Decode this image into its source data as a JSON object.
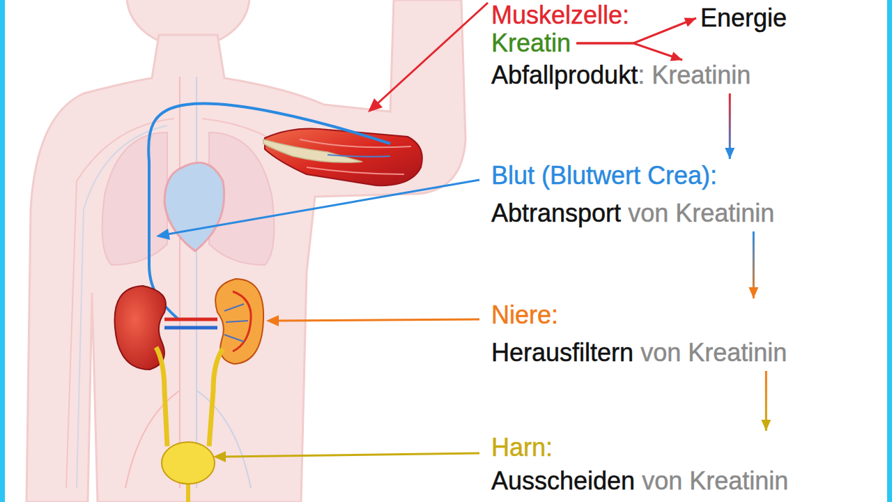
{
  "diagram": {
    "nodes": [
      {
        "text": [
          "Muskelzelle:"
        ]
      },
      {
        "text": [
          "Kreatin"
        ]
      },
      {
        "text": [
          "Energie"
        ]
      },
      {
        "text": [
          "Abfallprodukt",
          ": Kreatinin"
        ]
      },
      {
        "text": [
          "Blut (Blutwert Crea):",
          "Abtransport",
          "von Kreatinin"
        ]
      },
      {
        "text": [
          "Niere:",
          "Herausfiltern",
          "von Kreatinin"
        ]
      },
      {
        "text": [
          "Harn:",
          "Ausscheiden",
          "von Kreatinin"
        ]
      }
    ],
    "edges": [
      {
        "from": 1,
        "to": 2,
        "arrow": "to"
      },
      {
        "from": 1,
        "to": 3,
        "arrow": "to"
      },
      {
        "from": 3,
        "to": 4,
        "arrow": "to"
      },
      {
        "from": 4,
        "to": 5,
        "arrow": "to"
      },
      {
        "from": 5,
        "to": 6,
        "arrow": "to"
      }
    ]
  }
}
